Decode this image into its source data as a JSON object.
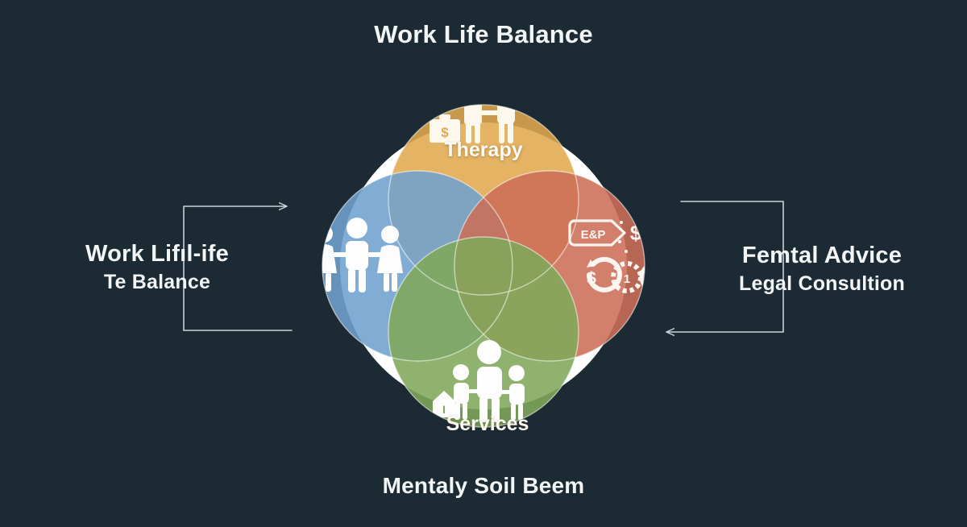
{
  "background_color": "#1b2a33",
  "diagram": {
    "title_top": "Work Life Balance",
    "title_bottom": "Mentaly Soil Beem",
    "label_left_line1": "Work Lifıl-ife",
    "label_left_line2": "Te Balance",
    "label_right_line1": "Femtal Advice",
    "label_right_line2": "Legal Consultion",
    "backing_disc_color": "#ffffff",
    "petals": [
      {
        "id": "top",
        "label": "Therapy",
        "color": "#e0a84e",
        "icons": [
          "briefcase-dollar-icon",
          "two-people-holding-hands-icon"
        ]
      },
      {
        "id": "left",
        "label": "",
        "color": "#6fa2ce",
        "icons": [
          "three-people-holding-hands-icon"
        ]
      },
      {
        "id": "right",
        "label": "",
        "color": "#cc6e56",
        "icons": [
          "speech-tag-icon",
          "sparkle-dollar-icon",
          "refresh-dollar-icon",
          "gear-icon",
          "crossed-circle-icon"
        ]
      },
      {
        "id": "bottom",
        "label": "Services",
        "color": "#7fa95a",
        "icons": [
          "family-group-icon",
          "house-tag-icon"
        ]
      }
    ],
    "connectors": [
      {
        "id": "left-bracket",
        "arrow": "right",
        "arrow_position": "top"
      },
      {
        "id": "right-bracket",
        "arrow": "left",
        "arrow_position": "bottom"
      }
    ],
    "connector_color": "#c9d3d8"
  }
}
